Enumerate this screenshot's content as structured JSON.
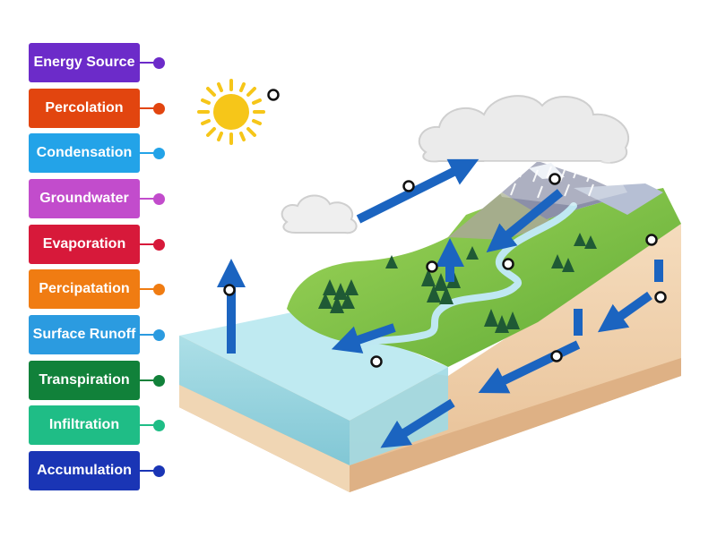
{
  "labels": [
    {
      "text": "Energy Source",
      "color": "#6c2bc9"
    },
    {
      "text": "Percolation",
      "color": "#e2450f"
    },
    {
      "text": "Condensation",
      "color": "#23a3e8"
    },
    {
      "text": "Groundwater",
      "color": "#c24ccc"
    },
    {
      "text": "Evaporation",
      "color": "#d7193a"
    },
    {
      "text": "Percipatation",
      "color": "#f07c12"
    },
    {
      "text": "Surface Runoff",
      "color": "#2b9be0"
    },
    {
      "text": "Transpiration",
      "color": "#11813a"
    },
    {
      "text": "Infiltration",
      "color": "#1fbd86"
    },
    {
      "text": "Accumulation",
      "color": "#1a35b5"
    }
  ],
  "drop_targets_count": 10,
  "colors": {
    "arrow": "#1b64c0",
    "water": "#8fd3e0",
    "grass": "#7cc24a",
    "soil": "#f2d2ae",
    "cloud": "#e9e9e9",
    "sun": "#f6c619"
  }
}
